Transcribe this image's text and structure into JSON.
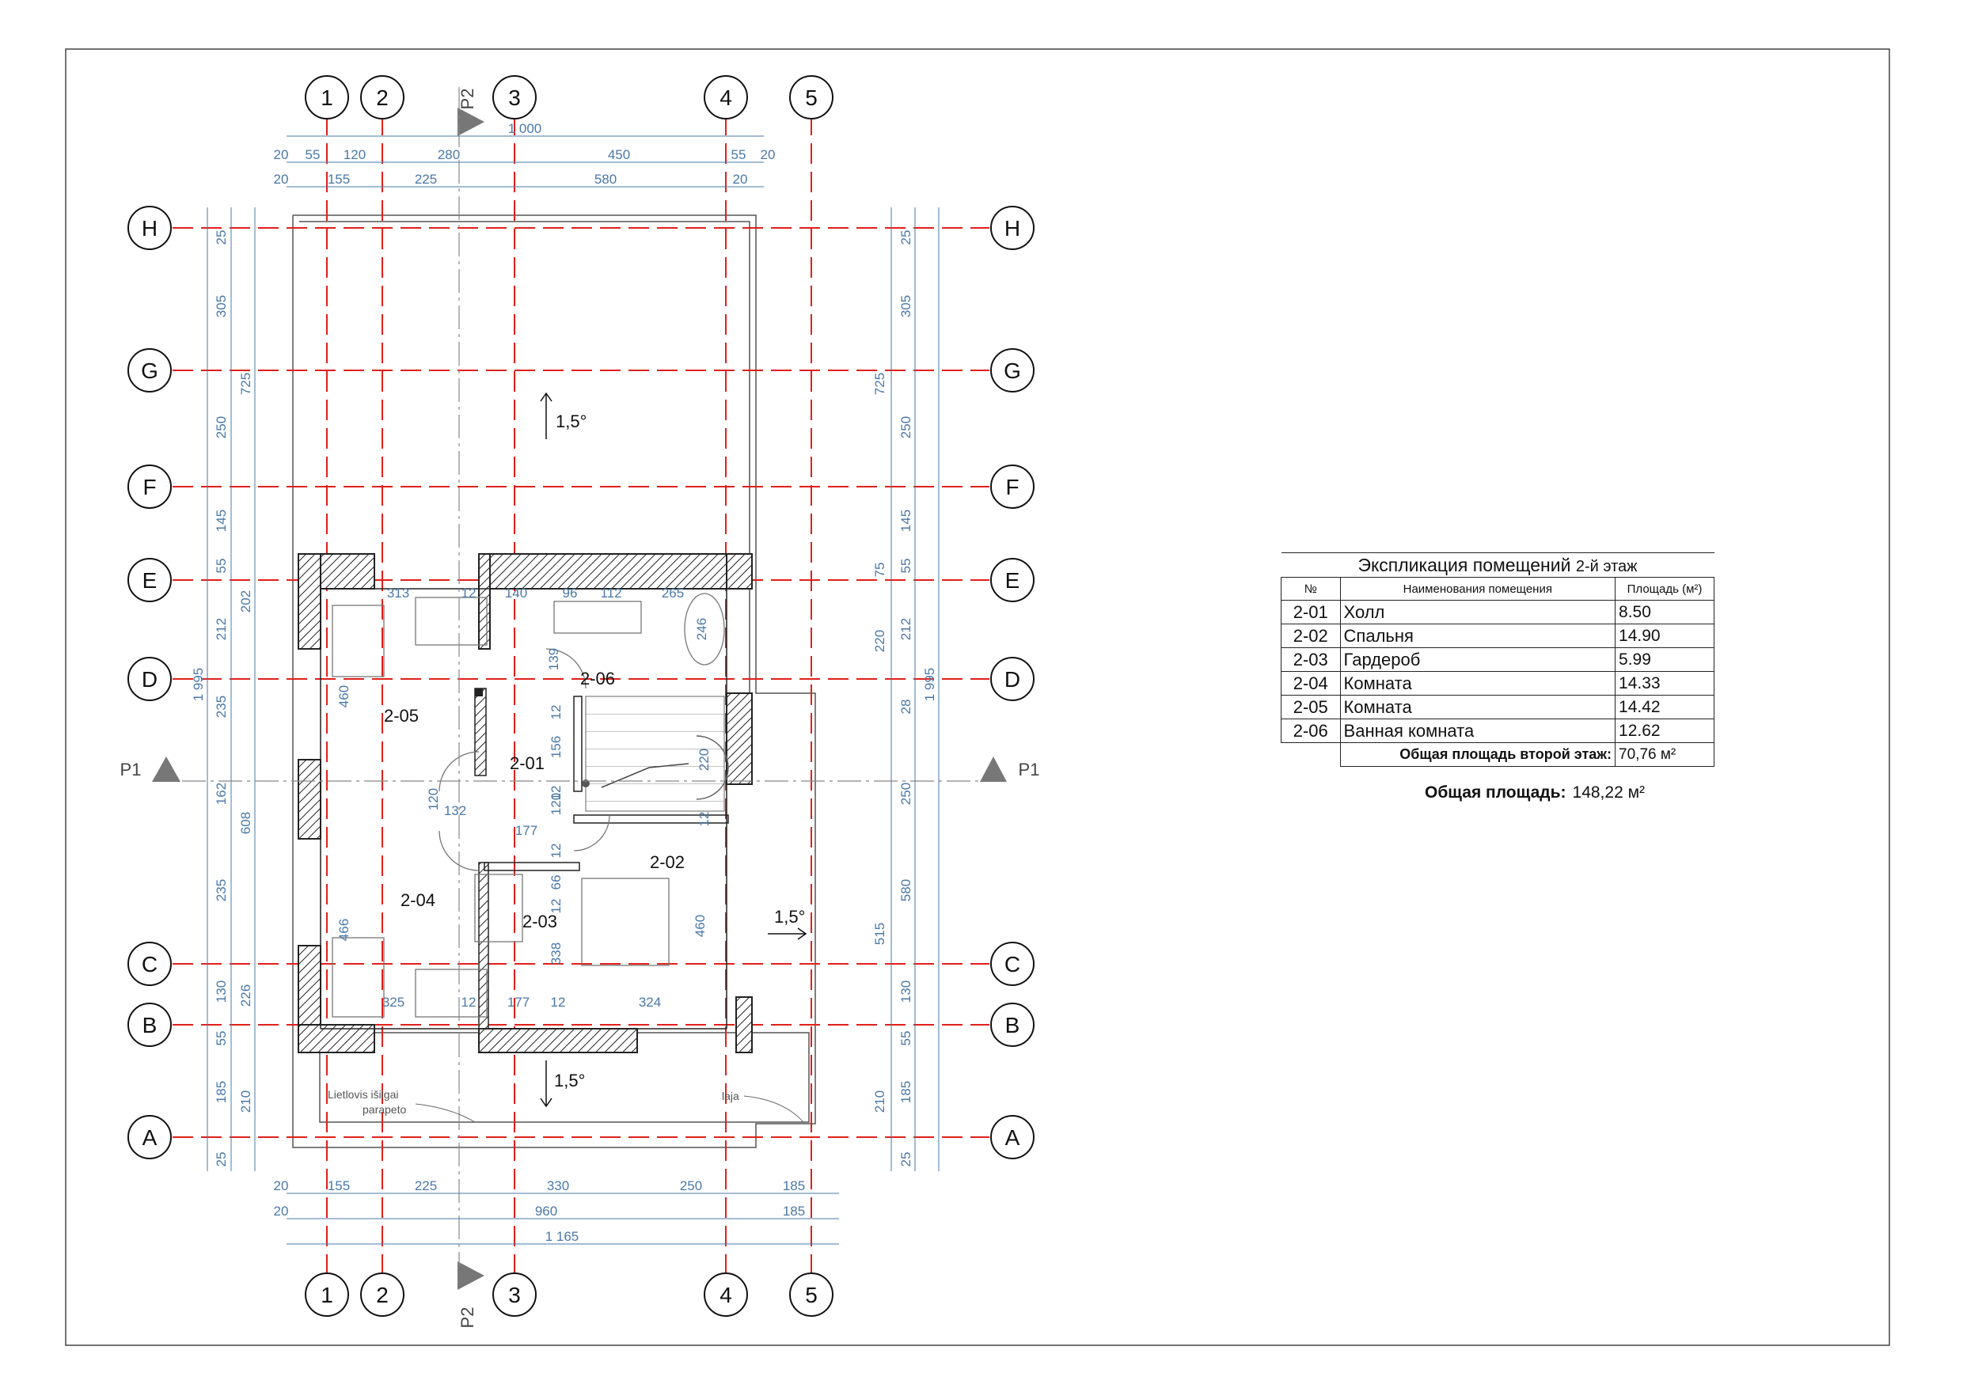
{
  "grid_axes": {
    "columns": [
      "1",
      "2",
      "3",
      "4",
      "5"
    ],
    "rows": [
      "H",
      "G",
      "F",
      "E",
      "D",
      "C",
      "B",
      "A"
    ]
  },
  "dimensions": {
    "top_total": "1 000",
    "top_row1": [
      "20",
      "55",
      "120",
      "280",
      "450",
      "55",
      "20"
    ],
    "top_row2": [
      "20",
      "155",
      "225",
      "580",
      "20"
    ],
    "bottom_row1": [
      "20",
      "155",
      "225",
      "330",
      "250",
      "185"
    ],
    "bottom_row2": [
      "20",
      "960",
      "185"
    ],
    "bottom_total": "1 165",
    "left_outer": [
      "25",
      "305",
      "250",
      "145",
      "55",
      "212",
      "235",
      "162",
      "235",
      "130",
      "55",
      "185",
      "25"
    ],
    "left_mid": [
      "725",
      "202",
      "608",
      "226",
      "210"
    ],
    "left_total": "1 995",
    "right_outer": [
      "25",
      "305",
      "250",
      "145",
      "55",
      "212",
      "28",
      "250",
      "580",
      "130",
      "55",
      "185",
      "25"
    ],
    "right_mid": [
      "725",
      "75",
      "220",
      "515",
      "210"
    ],
    "right_total": "1 995",
    "interior": [
      "313",
      "12",
      "140",
      "96",
      "112",
      "265",
      "246",
      "139",
      "12",
      "156",
      "12",
      "460",
      "120",
      "132",
      "177",
      "120",
      "12",
      "66",
      "12",
      "338",
      "466",
      "325",
      "12",
      "177",
      "12",
      "324",
      "460",
      "12",
      "220"
    ]
  },
  "sections": {
    "p1": "P1",
    "p2": "P2"
  },
  "slopes": [
    "1,5°",
    "1,5°",
    "1,5°"
  ],
  "rooms": [
    "2-01",
    "2-02",
    "2-03",
    "2-04",
    "2-05",
    "2-06"
  ],
  "notes": {
    "gutter": "Lietlovis išilgai",
    "gutter2": "parapeto",
    "eave": "laja"
  },
  "explication": {
    "title": "Экспликация помещений",
    "floor": "2-й этаж",
    "headers": {
      "num": "№",
      "name": "Наименования помещения",
      "area": "Площадь (м²)"
    },
    "rows": [
      {
        "num": "2-01",
        "name": "Холл",
        "area": "8.50"
      },
      {
        "num": "2-02",
        "name": "Спальня",
        "area": "14.90"
      },
      {
        "num": "2-03",
        "name": "Гардероб",
        "area": "5.99"
      },
      {
        "num": "2-04",
        "name": "Комната",
        "area": "14.33"
      },
      {
        "num": "2-05",
        "name": "Комната",
        "area": "14.42"
      },
      {
        "num": "2-06",
        "name": "Ванная комната",
        "area": "12.62"
      }
    ],
    "total_label": "Общая площадь второй этаж:",
    "total_value": "70,76 м²"
  },
  "grand_total": {
    "label": "Общая площадь:",
    "value": "148,22 м²"
  },
  "colors": {
    "grid_red": "#e0201a",
    "dim_blue": "#4a78a8",
    "wall": "#222222"
  }
}
